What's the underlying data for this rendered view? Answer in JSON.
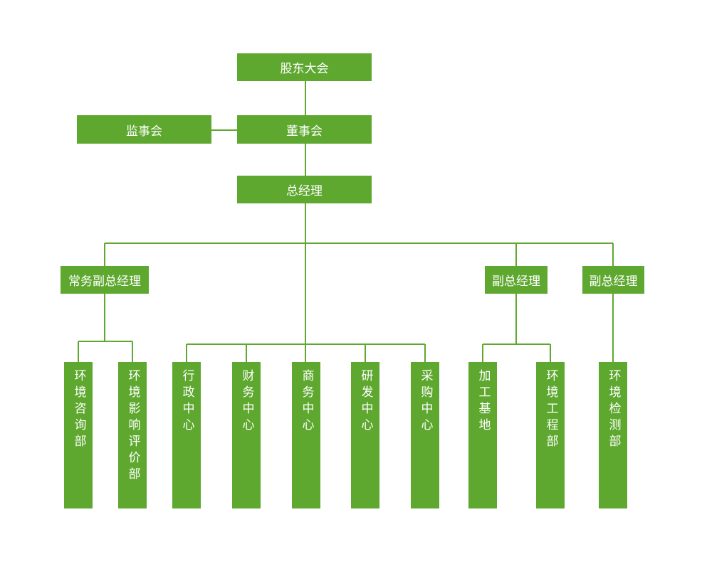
{
  "nodes": {
    "shareholders": "股东大会",
    "board": "董事会",
    "supervisors": "监事会",
    "gm": "总经理",
    "exec_vgm": "常务副总经理",
    "vgm1": "副总经理",
    "vgm2": "副总经理",
    "env_consult": "环境咨询部",
    "env_impact": "环境影响评价部",
    "admin": "行政中心",
    "finance": "财务中心",
    "business": "商务中心",
    "rnd": "研发中心",
    "purchasing": "采购中心",
    "processing": "加工基地",
    "env_eng": "环境工程部",
    "env_test": "环境检测部"
  },
  "colors": {
    "box": "#5ea82f",
    "line": "#5ea82f",
    "text": "#ffffff"
  }
}
